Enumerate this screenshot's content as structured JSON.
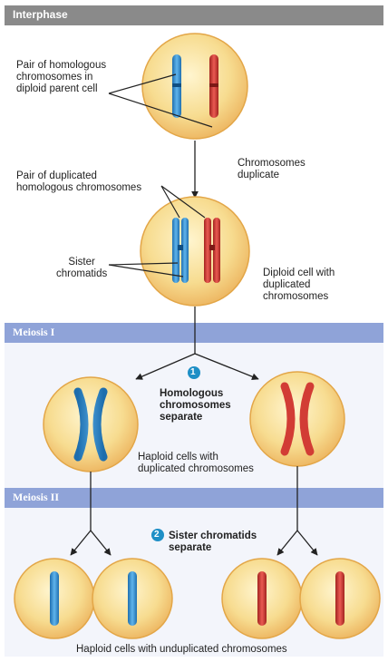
{
  "sections": {
    "interphase": "Interphase",
    "meiosis1": "Meiosis I",
    "meiosis2": "Meiosis II"
  },
  "labels": {
    "homologous_pair": "Pair of homologous\nchromosomes in\ndiploid parent cell",
    "chromosomes_duplicate": "Chromosomes\nduplicate",
    "duplicated_pair": "Pair of duplicated\nhomologous chromosomes",
    "sister_chromatids": "Sister\nchromatids",
    "diploid_cell": "Diploid cell with\nduplicated\nchromosomes",
    "homologous_separate": "Homologous\nchromosomes\nseparate",
    "haploid_duplicated": "Haploid cells with\nduplicated chromosomes",
    "sister_separate": "Sister chromatids\nseparate",
    "haploid_unduplicated": "Haploid cells with unduplicated chromosomes"
  },
  "steps": {
    "step1": "1",
    "step2": "2"
  },
  "colors": {
    "interphase_bar": "#8a8a8a",
    "meiosis_bar": "#8fa3d8",
    "band_light": "#dde4f5",
    "cell_fill": "#f5d98b",
    "cell_border": "#e0a33a",
    "chromosome_blue": "#2a86c8",
    "chromosome_red": "#c8322e",
    "step_badge": "#1e8fc6"
  }
}
